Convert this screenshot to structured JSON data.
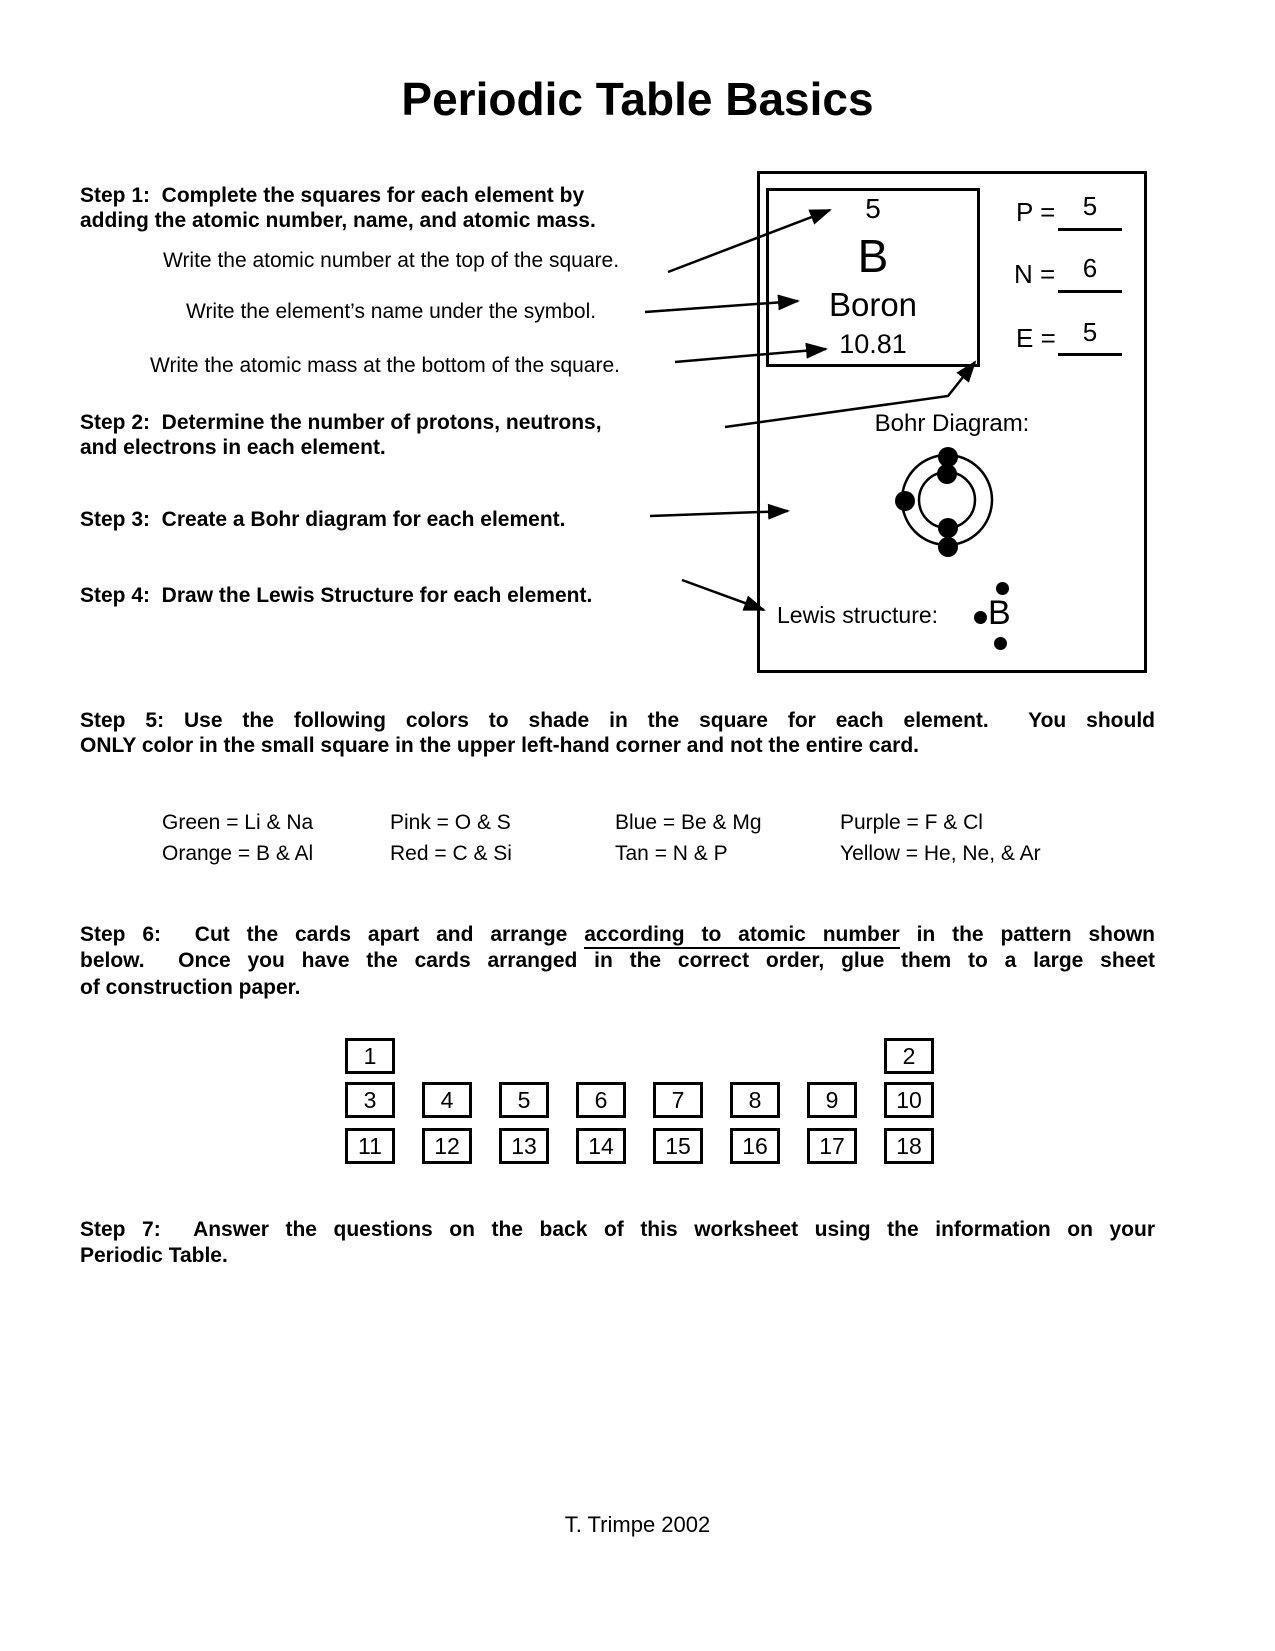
{
  "title": "Periodic Table Basics",
  "steps": {
    "step1": {
      "line1": "Step 1:  Complete the squares for each element by",
      "line2": "adding the atomic number, name, and atomic mass."
    },
    "step1_subs": {
      "sub1": "Write the atomic number at the top of the square.",
      "sub2": "Write the element’s name under the symbol.",
      "sub3": "Write the atomic mass at the bottom of the square."
    },
    "step2": {
      "line1": "Step 2:  Determine the number of protons, neutrons,",
      "line2": "and electrons in each element."
    },
    "step3": "Step 3:  Create a Bohr diagram for each element.",
    "step4": "Step 4:  Draw the Lewis Structure for each element.",
    "step5": {
      "line1": "Step 5: Use the following colors to shade in the square for each element.  You should",
      "line2": "ONLY color in the small square in the upper left-hand corner and not the entire card."
    },
    "step6": {
      "line1_before": "Step 6:  Cut the cards apart and arrange ",
      "line1_underlined": "according to atomic number",
      "line1_after": " in the pattern shown",
      "line2": "below.  Once you have the cards arranged in the correct order, glue them to a large sheet",
      "line3": "of construction paper."
    },
    "step7": {
      "line1": "Step 7:  Answer the questions on the back of this worksheet using the information on your",
      "line2": "Periodic Table."
    }
  },
  "card": {
    "atomic_number": "5",
    "symbol": "B",
    "name": "Boron",
    "atomic_mass": "10.81",
    "protons_label": "P =",
    "protons_value": "5",
    "neutrons_label": "N =",
    "neutrons_value": "6",
    "electrons_label": "E =",
    "electrons_value": "5",
    "bohr_label": "Bohr Diagram:",
    "lewis_label": "Lewis structure:",
    "lewis_symbol": "B"
  },
  "color_key": {
    "row1": [
      "Green = Li & Na",
      "Pink = O & S",
      "Blue = Be & Mg",
      "Purple = F & Cl"
    ],
    "row2": [
      "Orange = B & Al",
      "Red = C & Si",
      "Tan = N & P",
      "Yellow = He, Ne, & Ar"
    ]
  },
  "grid": {
    "cells": [
      "1",
      "2",
      "3",
      "4",
      "5",
      "6",
      "7",
      "8",
      "9",
      "10",
      "11",
      "12",
      "13",
      "14",
      "15",
      "16",
      "17",
      "18"
    ]
  },
  "footer": "T. Trimpe 2002",
  "colors": {
    "ink": "#000000",
    "paper": "#ffffff"
  }
}
